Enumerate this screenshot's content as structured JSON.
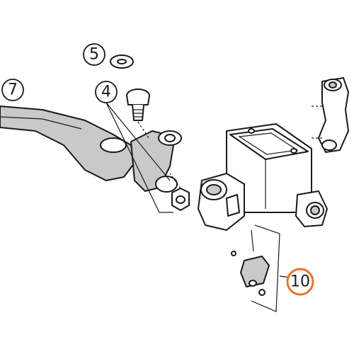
{
  "callouts": [
    {
      "id": "callout-5",
      "label": "5",
      "highlighted": false
    },
    {
      "id": "callout-4",
      "label": "4",
      "highlighted": false
    },
    {
      "id": "callout-7",
      "label": "7",
      "highlighted": false
    },
    {
      "id": "callout-10",
      "label": "10",
      "highlighted": true
    }
  ],
  "colors": {
    "line": "#1a1a1a",
    "shade": "#c9c9c9",
    "highlight": "#e8732a",
    "background": "#ffffff"
  }
}
